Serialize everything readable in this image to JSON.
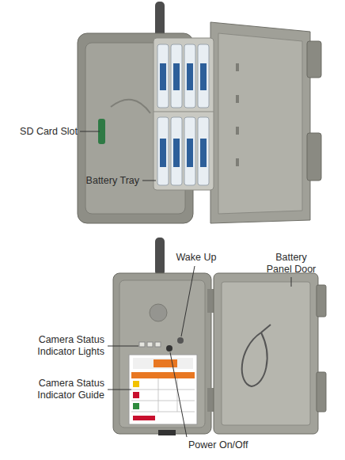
{
  "diagram": {
    "labels": [
      "SD Card Slot",
      "Battery Tray",
      "Wake Up",
      "Battery Panel Door",
      "Camera Status Indicator Lights",
      "Camera Status Indicator Guide",
      "Power On/Off"
    ]
  }
}
